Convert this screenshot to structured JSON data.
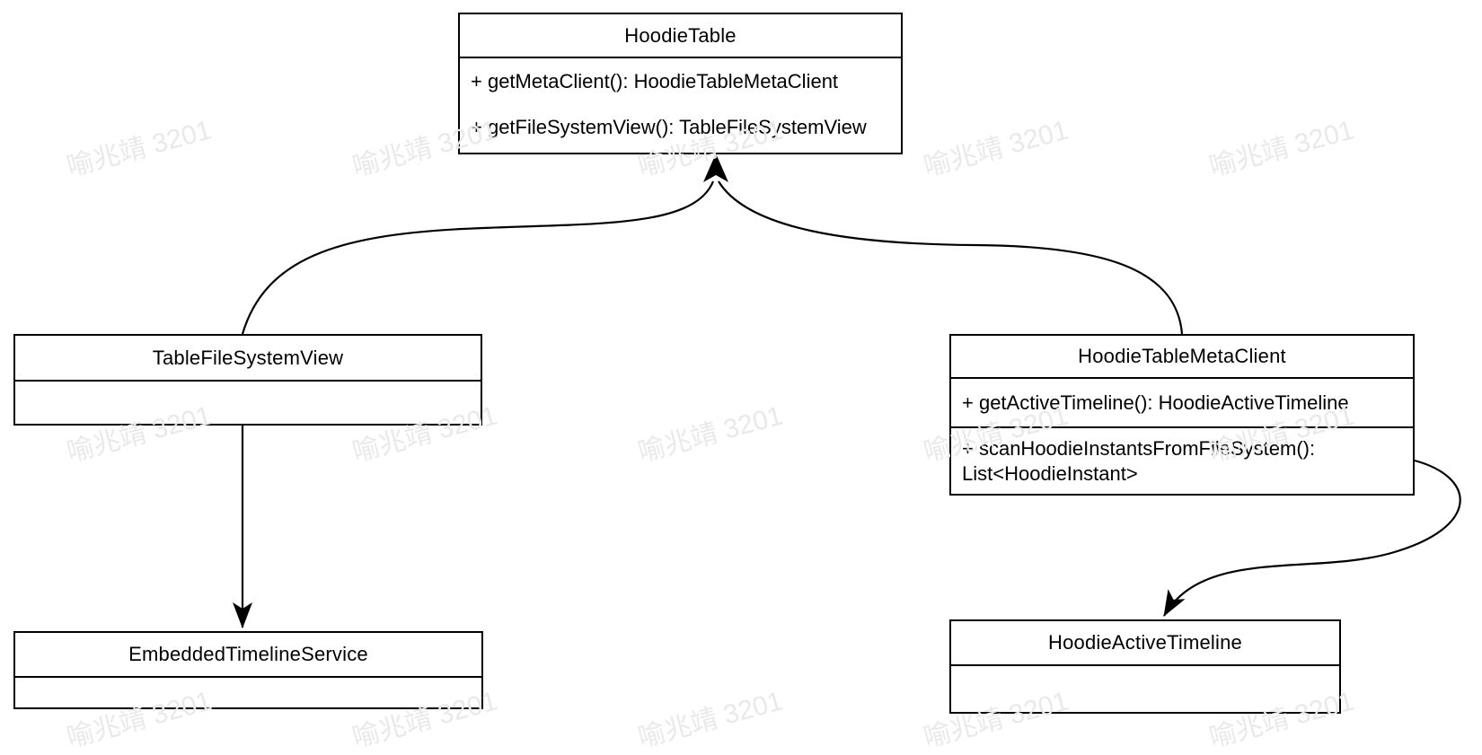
{
  "diagram": {
    "title_hint": "UML class diagram",
    "classes": {
      "hoodie_table": {
        "title": "HoodieTable",
        "method1": "+ getMetaClient(): HoodieTableMetaClient",
        "method2": "+ getFileSystemView(): TableFileSystemView"
      },
      "table_file_system_view": {
        "title": "TableFileSystemView"
      },
      "hoodie_table_meta_client": {
        "title": "HoodieTableMetaClient",
        "method1": "+ getActiveTimeline(): HoodieActiveTimeline",
        "method2_line1": "+ scanHoodieInstantsFromFileSystem():",
        "method2_line2": "List<HoodieInstant>"
      },
      "embedded_timeline_service": {
        "title": "EmbeddedTimelineService"
      },
      "hoodie_active_timeline": {
        "title": "HoodieActiveTimeline"
      }
    },
    "relations": [
      {
        "from": "TableFileSystemView",
        "to": "HoodieTable",
        "style": "curved-arrow"
      },
      {
        "from": "HoodieTableMetaClient",
        "to": "HoodieTable",
        "style": "curved-arrow"
      },
      {
        "from": "TableFileSystemView",
        "to": "EmbeddedTimelineService",
        "style": "straight-arrow"
      },
      {
        "from": "HoodieTableMetaClient",
        "to": "HoodieActiveTimeline",
        "style": "s-curve-arrow"
      }
    ],
    "colors": {
      "stroke": "#000000",
      "fill": "#ffffff",
      "watermark": "#e9e9e9"
    }
  },
  "watermark": {
    "text": "喻兆靖 3201"
  }
}
